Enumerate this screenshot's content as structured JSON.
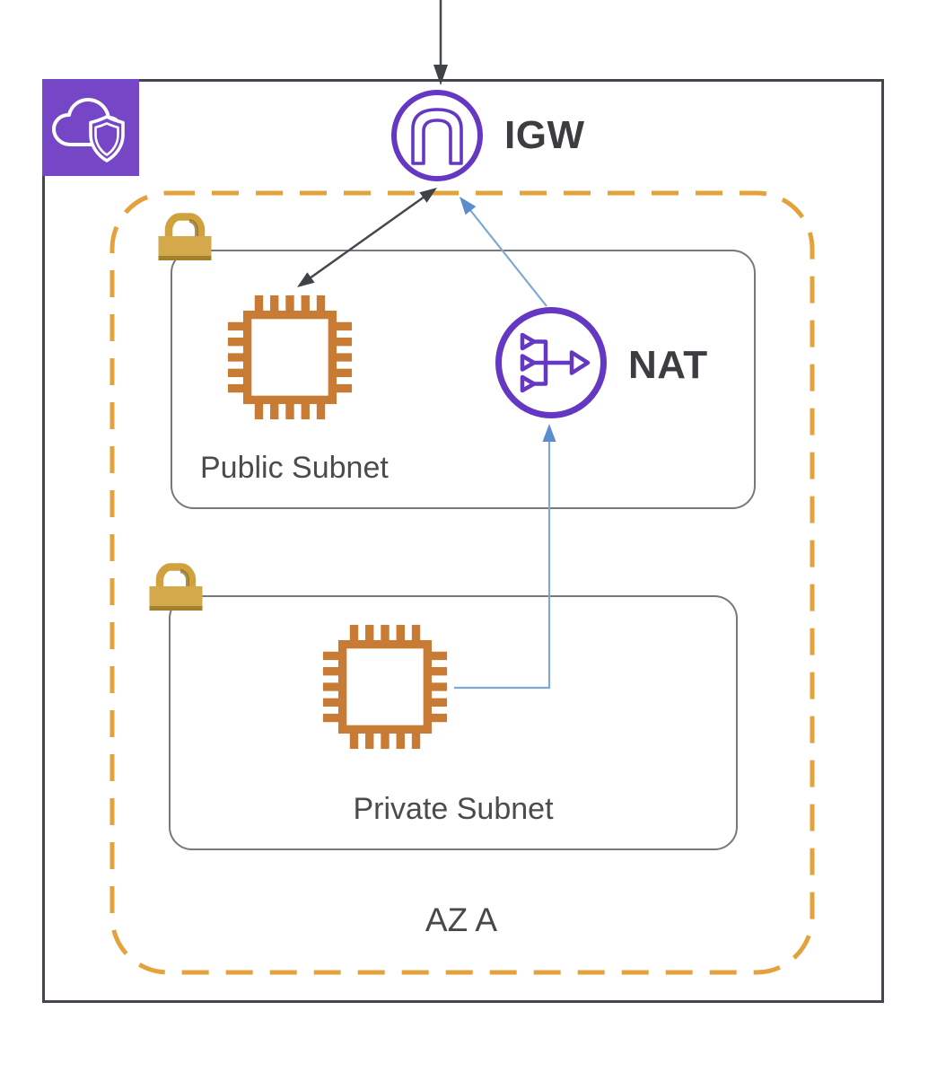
{
  "diagram_type": "aws-vpc-network-architecture",
  "nodes": {
    "igw": {
      "label": "IGW",
      "icon": "internet-gateway-icon"
    },
    "nat": {
      "label": "NAT",
      "icon": "nat-gateway-icon"
    },
    "public_subnet": {
      "label": "Public Subnet",
      "icon": "lock-icon",
      "contains": [
        "ec2-instance-icon",
        "nat-gateway-icon"
      ]
    },
    "private_subnet": {
      "label": "Private Subnet",
      "icon": "lock-icon",
      "contains": [
        "ec2-instance-icon"
      ]
    },
    "availability_zone": {
      "label": "AZ A"
    },
    "vpc": {
      "icon": "vpc-cloud-shield-icon"
    }
  },
  "edges": [
    {
      "name": "internet-to-igw",
      "style": "solid-dark",
      "direction": "down-into-igw"
    },
    {
      "name": "igw-to-public-ec2",
      "style": "solid-dark",
      "direction": "bidirectional"
    },
    {
      "name": "nat-to-igw",
      "style": "solid-blue",
      "direction": "to-igw"
    },
    {
      "name": "private-ec2-to-nat",
      "style": "solid-blue",
      "direction": "to-nat"
    }
  ],
  "colors": {
    "purple_icon": "#6438C2",
    "vpc_square_purple": "#7546C6",
    "chip_orange": "#C87B35",
    "az_dash_orange": "#E4A23D",
    "lock_gold": "#D3A94C",
    "lock_gold_dark": "#A3802C",
    "dark_line": "#45484E",
    "blue_line": "#7FA8D2",
    "blue_arrowhead": "#5B8CCB",
    "box_border_dark": "#43464C",
    "subnet_border_gray": "#77787B",
    "label_dark": "#3B3D40",
    "label_gray": "#4A4B4D"
  }
}
